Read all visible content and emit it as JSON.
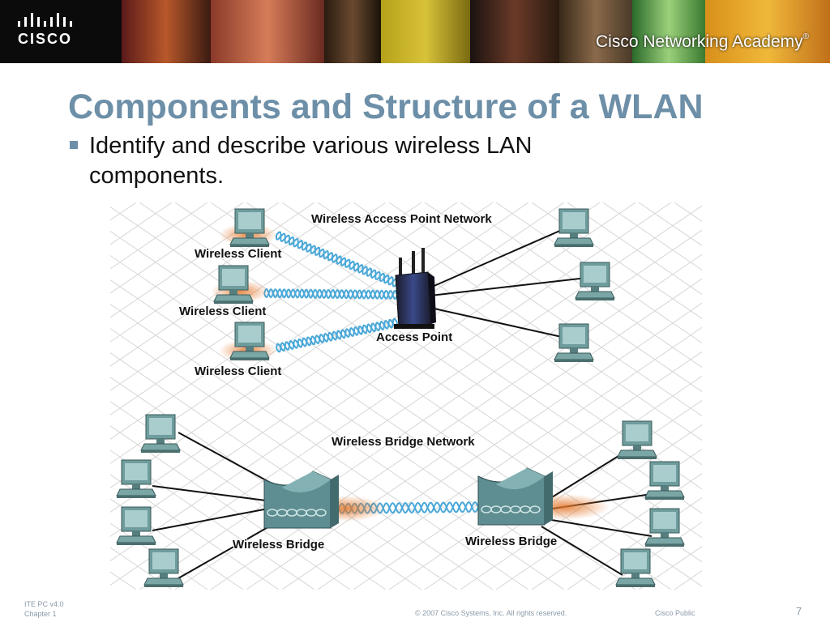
{
  "header": {
    "logo_text": "CISCO",
    "academy_text": "Cisco Networking Academy",
    "trademark": "®"
  },
  "slide": {
    "title": "Components and Structure of a WLAN",
    "bullet": "Identify and describe various wireless LAN components."
  },
  "diagram": {
    "labels": {
      "ap_network": "Wireless Access Point Network",
      "client_1": "Wireless Client",
      "client_2": "Wireless Client",
      "client_3": "Wireless Client",
      "access_point": "Access Point",
      "bridge_network": "Wireless Bridge Network",
      "bridge_left": "Wireless Bridge",
      "bridge_right": "Wireless Bridge"
    }
  },
  "footer": {
    "course": "ITE PC v4.0",
    "chapter": "Chapter 1",
    "copyright": "© 2007 Cisco Systems, Inc. All rights reserved.",
    "classification": "Cisco Public",
    "page_number": "7"
  },
  "colors": {
    "title": "#6d8fa8",
    "wave": "#4aa8d8",
    "computer": "#7aa6a6",
    "bridge": "#5f8e92",
    "glow": "#e2762a"
  }
}
